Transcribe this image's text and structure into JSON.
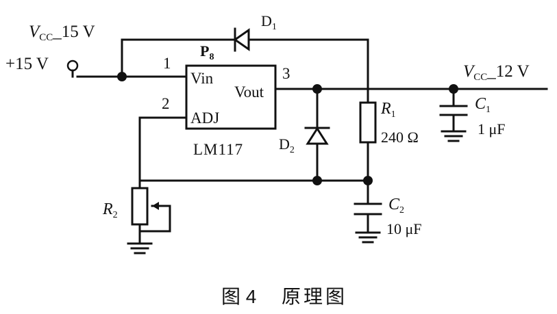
{
  "labels": {
    "vcc15_v": "V",
    "vcc15_sub": "CC",
    "vcc15_rest": "_15 V",
    "plus15": "+15 V",
    "p8_p": "P",
    "p8_sub": "8",
    "pin1": "1",
    "pin2": "2",
    "pin3": "3",
    "vin": "Vin",
    "vout": "Vout",
    "adj": "ADJ",
    "lm117": "LM117",
    "d1": "D",
    "d1_sub": "1",
    "d2": "D",
    "d2_sub": "2",
    "r1": "R",
    "r1_sub": "1",
    "r1_val": "240 Ω",
    "r2": "R",
    "r2_sub": "2",
    "c1": "C",
    "c1_sub": "1",
    "c1_val": "1 μF",
    "c2": "C",
    "c2_sub": "2",
    "c2_val": "10 μF",
    "vcc12_v": "V",
    "vcc12_sub": "CC",
    "vcc12_rest": "_12 V"
  },
  "caption": {
    "figure": "图 4",
    "title": "原理图"
  }
}
